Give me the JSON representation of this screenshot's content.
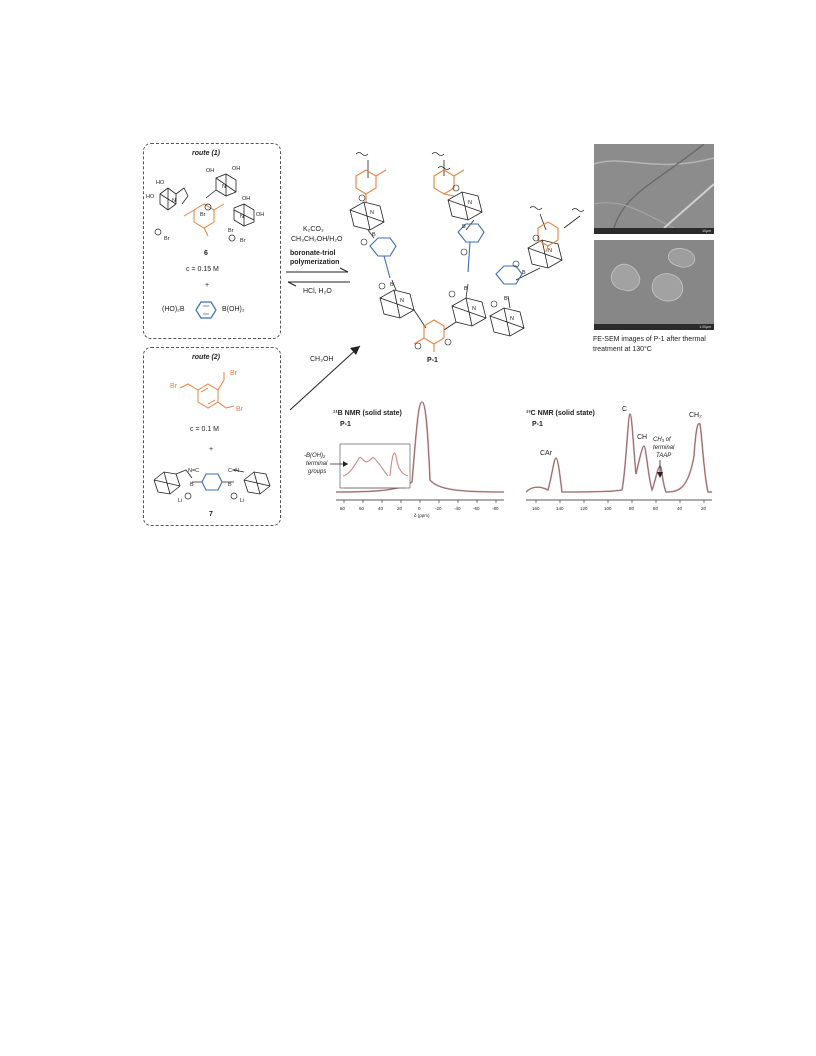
{
  "route1": {
    "title": "route (1)",
    "compound_label": "6",
    "concentration": "c = 0.15 M",
    "plus": "+",
    "reagent_left": "(HO)₂B",
    "reagent_right": "B(OH)₂"
  },
  "route2": {
    "title": "route (2)",
    "concentration": "c = 0.1 M",
    "plus": "+",
    "compound_label": "7",
    "br": "Br"
  },
  "arrows": {
    "cond1": "K₂CO₃",
    "cond2": "CH₃CH₂OH/H₂O",
    "polymerization1": "boronate-triol",
    "polymerization2": "polymerization",
    "reverse": "HCl, H₂O",
    "route2_solvent": "CH₃OH"
  },
  "polymer": {
    "label": "P-1"
  },
  "sem": {
    "caption1": "FE-SEM images of P-1 after thermal",
    "caption2": "treatment at 130°C",
    "scale1": "10μm",
    "scale2": "1.00μm"
  },
  "nmr_b": {
    "title": "¹¹B NMR (solid state)",
    "subtitle": "P-1",
    "annot1": "-B(OH)₂",
    "annot2": "terminal",
    "annot3": "groups",
    "xlabel": "δ (ppm)",
    "ticks": [
      "80",
      "60",
      "40",
      "20",
      "0",
      "-20",
      "-40",
      "-60",
      "-80"
    ]
  },
  "nmr_c": {
    "title": "¹³C NMR (solid state)",
    "subtitle": "P-1",
    "peak_car": "CAr",
    "peak_c": "C",
    "peak_ch": "CH",
    "peak_taap1": "CH₃ of",
    "peak_taap2": "terminal",
    "peak_taap3": "TAAP",
    "peak_ch2": "CH₂",
    "ticks": [
      "160",
      "140",
      "120",
      "100",
      "80",
      "60",
      "40",
      "20"
    ]
  },
  "colors": {
    "orange": "#e8823c",
    "blue": "#3a6fb0",
    "line": "#222222",
    "spectrum": "#c98a8a"
  }
}
